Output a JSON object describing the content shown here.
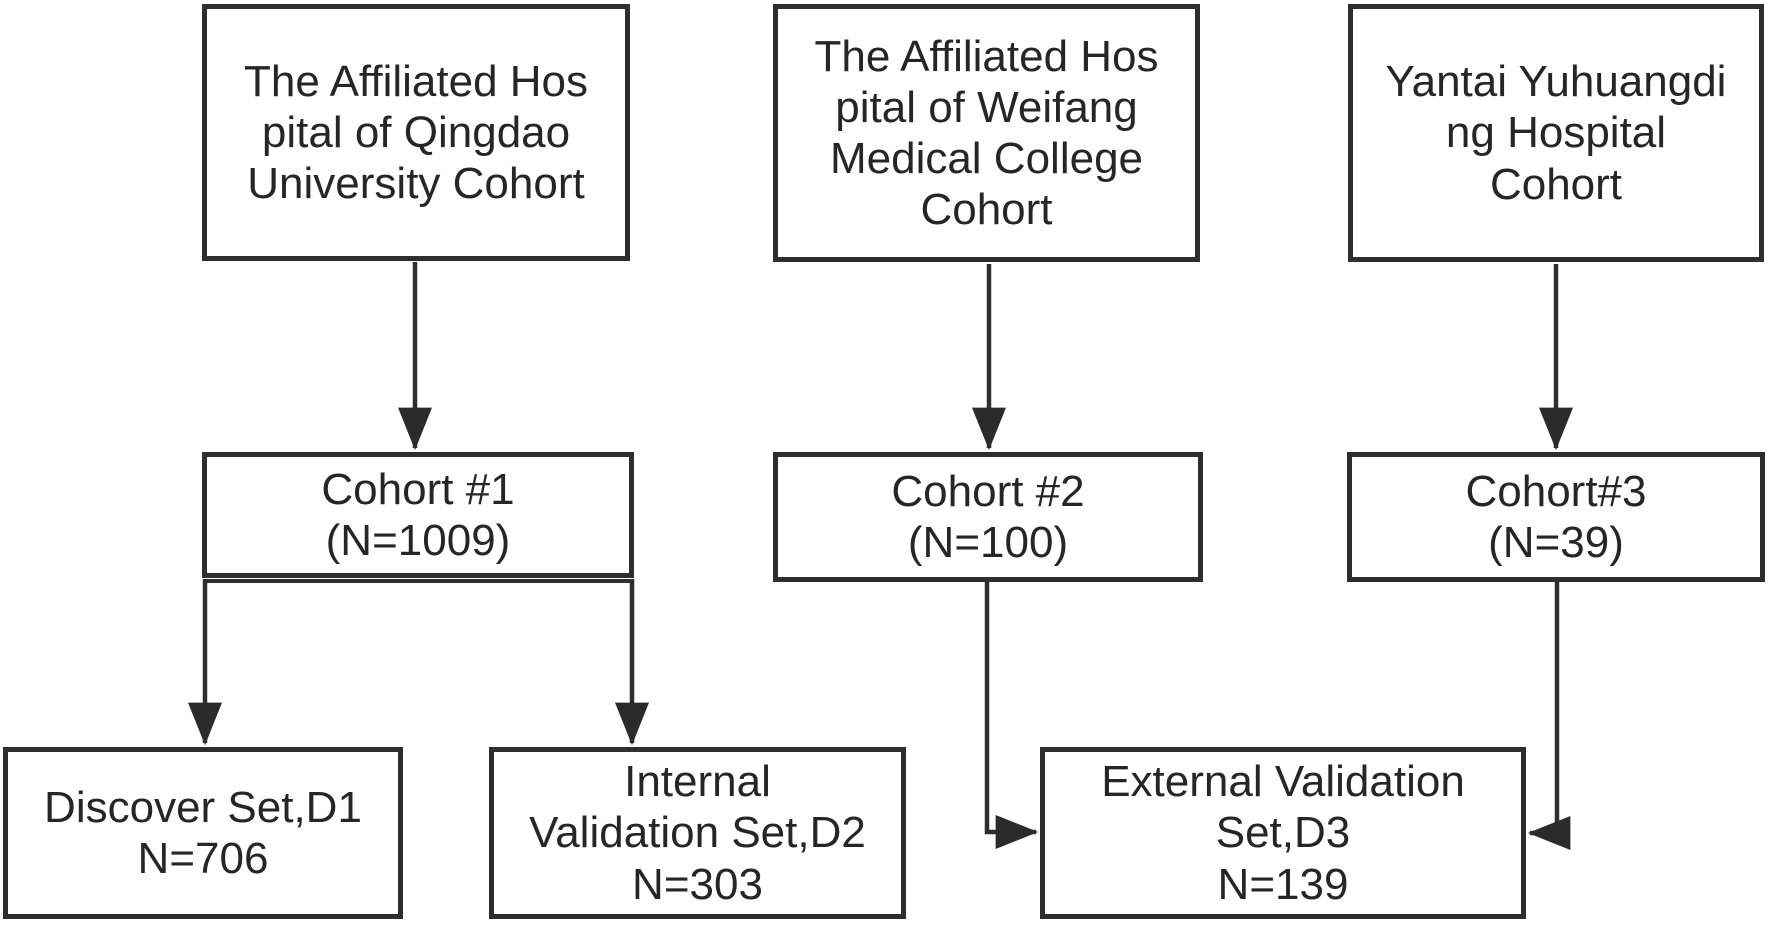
{
  "figure": {
    "type": "flowchart",
    "colors": {
      "line_color": "#2e2e2e",
      "text_color": "#262626",
      "box_fill": "#ffffff"
    },
    "top_row": [
      {
        "id": "qingdao-hospital",
        "text": "The Affiliated Hos\npital of Qingdao\nUniversity Cohort"
      },
      {
        "id": "weifang-hospital",
        "text": "The Affiliated Hos\npital of Weifang\nMedical College\nCohort"
      },
      {
        "id": "yantai-hospital",
        "text": "Yantai Yuhuangdi\nng Hospital\nCohort"
      }
    ],
    "middle_row": [
      {
        "id": "cohort-1",
        "text": "Cohort #1\n(N=1009)",
        "n": 1009
      },
      {
        "id": "cohort-2",
        "text": "Cohort #2\n(N=100)",
        "n": 100
      },
      {
        "id": "cohort-3",
        "text": "Cohort#3\n(N=39)",
        "n": 39
      }
    ],
    "bottom_row": [
      {
        "id": "discover-set-d1",
        "text": "Discover Set,D1\nN=706",
        "n": 706
      },
      {
        "id": "internal-validation-set-d2",
        "text": "Internal\nValidation Set,D2\nN=303",
        "n": 303
      },
      {
        "id": "external-validation-set-d3",
        "text": "External Validation\nSet,D3\nN=139",
        "n": 139
      }
    ],
    "connections": [
      {
        "from": "qingdao-hospital",
        "to": "cohort-1"
      },
      {
        "from": "weifang-hospital",
        "to": "cohort-2"
      },
      {
        "from": "yantai-hospital",
        "to": "cohort-3"
      },
      {
        "from": "cohort-1",
        "to": "discover-set-d1"
      },
      {
        "from": "cohort-1",
        "to": "internal-validation-set-d2"
      },
      {
        "from": "cohort-2",
        "to": "external-validation-set-d3"
      },
      {
        "from": "cohort-3",
        "to": "external-validation-set-d3"
      }
    ]
  }
}
